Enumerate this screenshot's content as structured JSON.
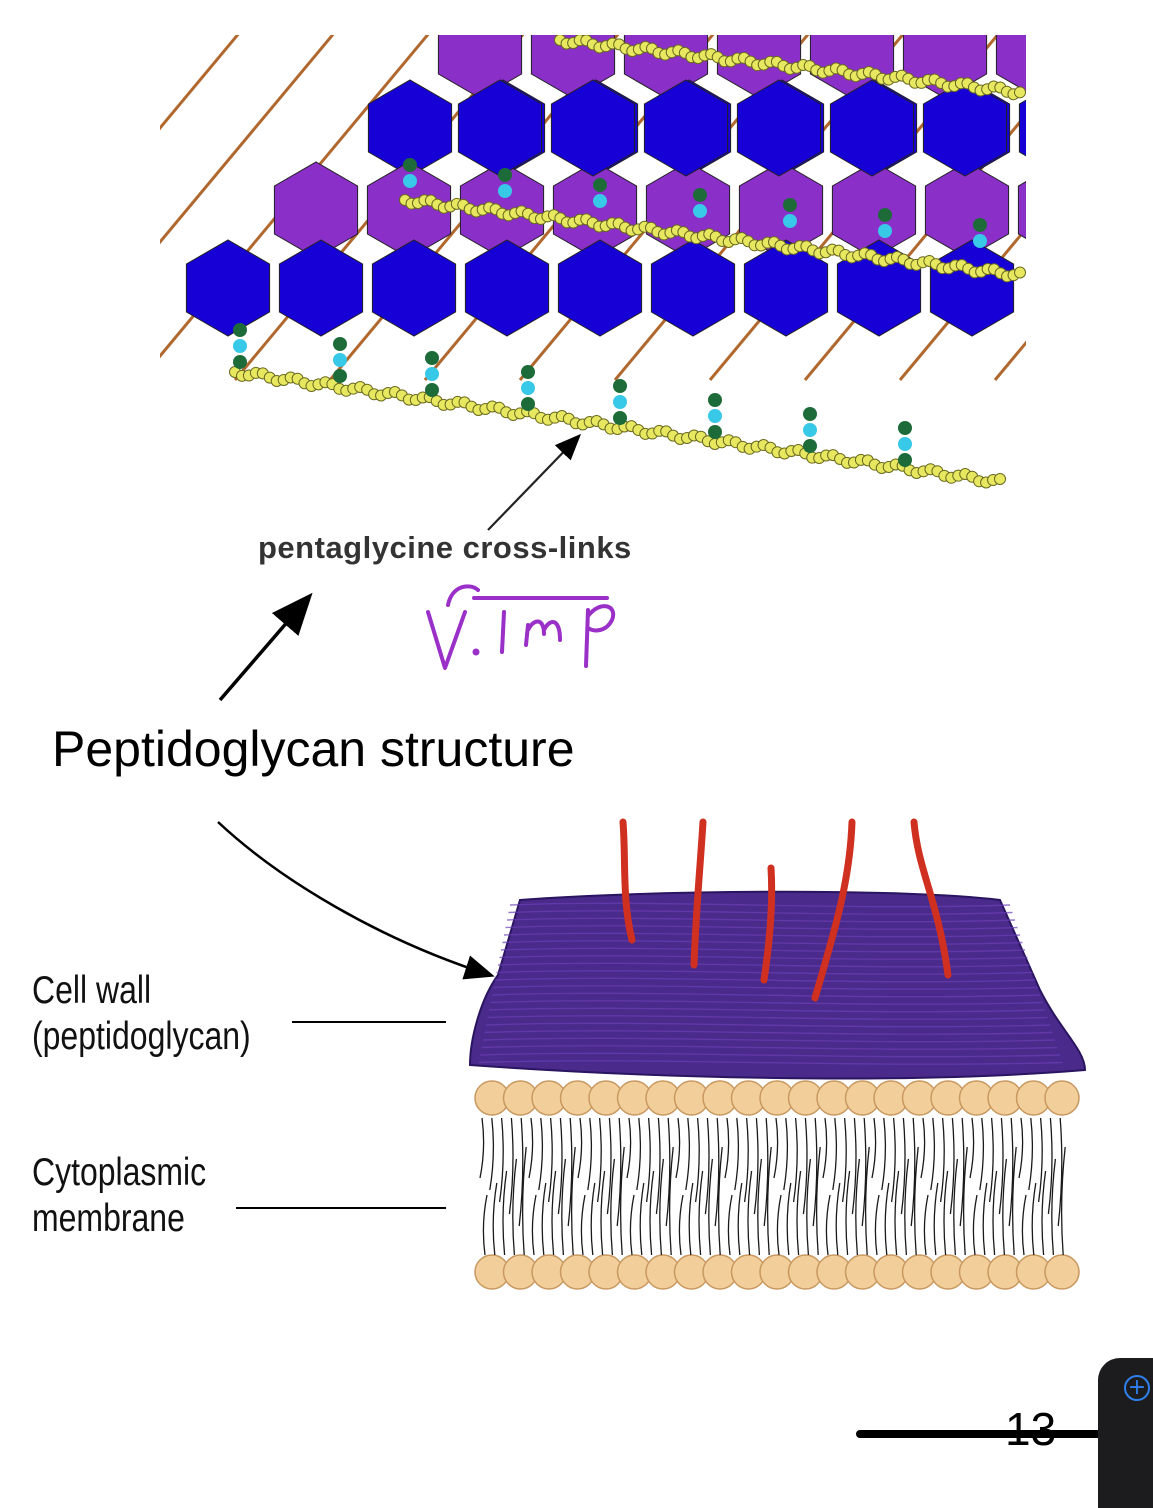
{
  "labels": {
    "cross_links": "pentaglycine cross-links",
    "handwritten_note": "V. imp",
    "title": "Peptidoglycan structure",
    "cell_wall_line1": "Cell wall",
    "cell_wall_line2": "(peptidoglycan)",
    "membrane_line1": "Cytoplasmic",
    "membrane_line2": "membrane",
    "page_number": "13"
  },
  "colors": {
    "nag_hexagon": "#1600d6",
    "nam_hexagon": "#8a2fc8",
    "glycine_bead": "#e8e860",
    "peptide_green": "#1e6b3a",
    "peptide_cyan": "#38c8e8",
    "wall_purple": "#4a2a8a",
    "teichoic_red": "#d03020",
    "lipid_head": "#f2cf9a",
    "annotation_purple": "#9a30c8",
    "panel_accent": "#2f80ed"
  },
  "ui": {
    "side_panel_icon": "plus-circle-icon"
  }
}
